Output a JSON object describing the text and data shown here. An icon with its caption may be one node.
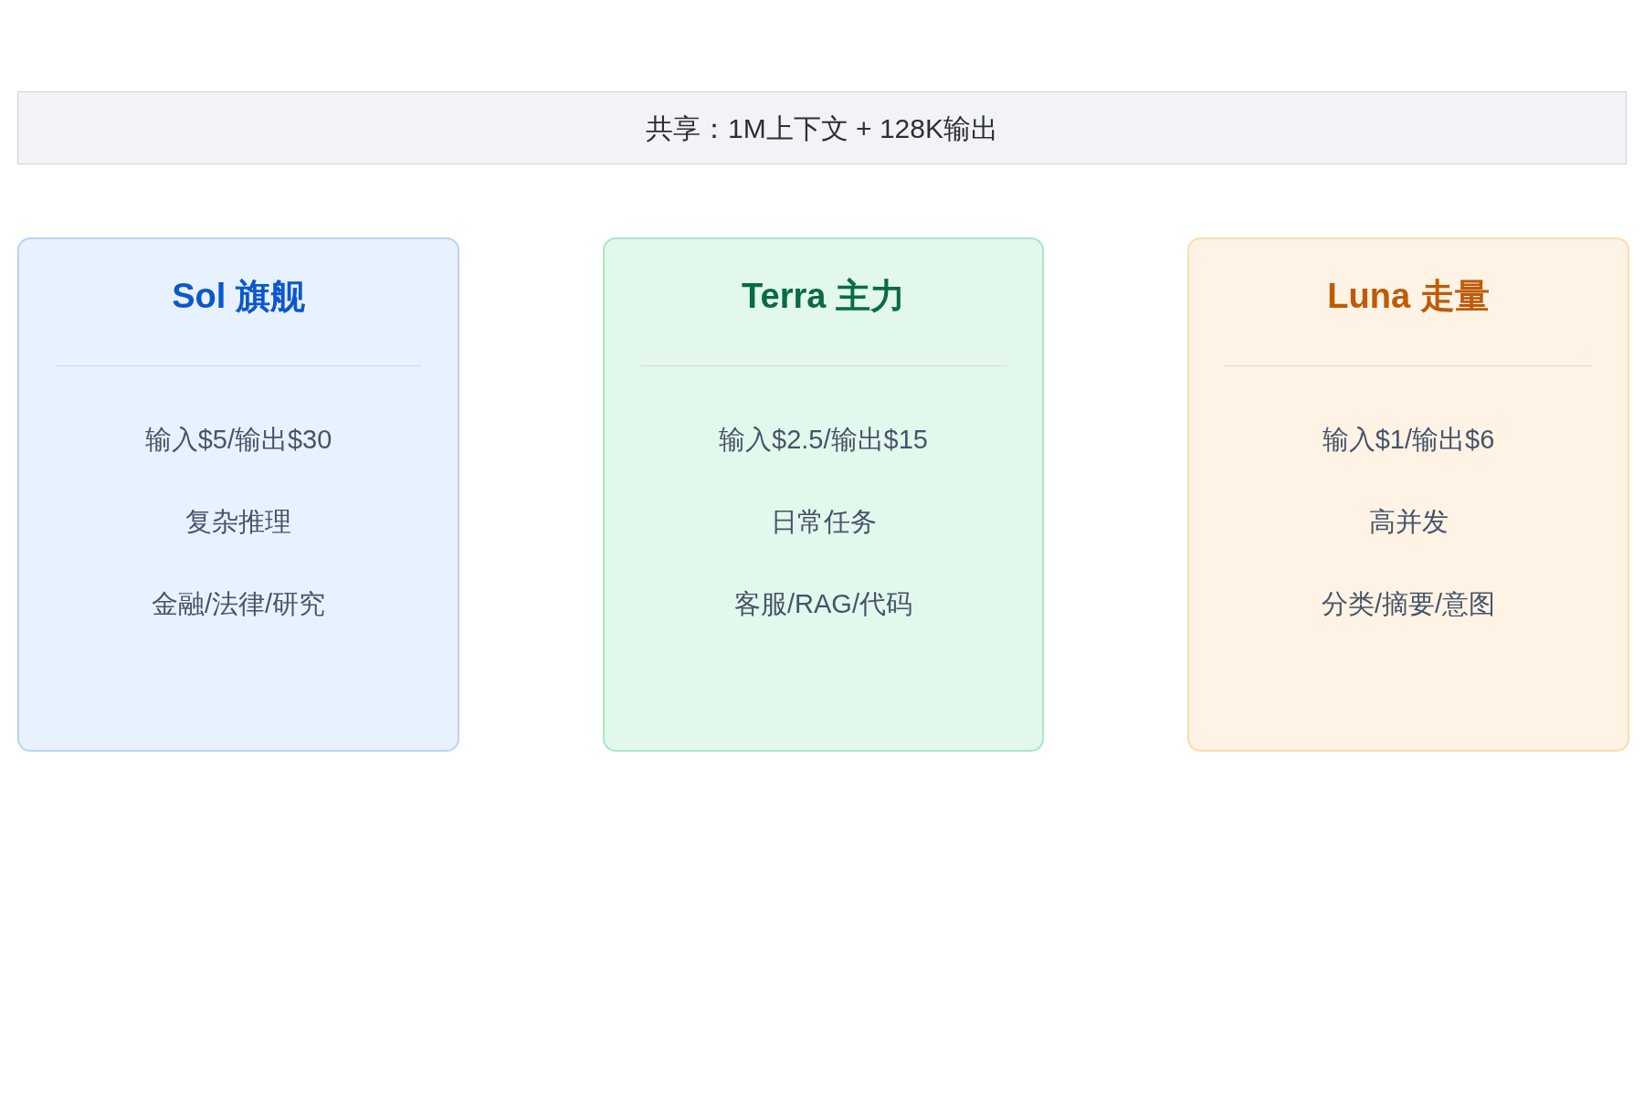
{
  "diagram": {
    "nodes": [
      {
        "text": [
          "共享：1M上下文 + 128K输出"
        ]
      },
      {
        "text": [
          "Sol 旗舰",
          "输入$5/输出$30",
          "复杂推理",
          "金融/法律/研究"
        ]
      },
      {
        "text": [
          "Terra 主力",
          "输入$2.5/输出$15",
          "日常任务",
          "客服/RAG/代码"
        ]
      },
      {
        "text": [
          "Luna 走量",
          "输入$1/输出$6",
          "高并发",
          "分类/摘要/意图"
        ]
      }
    ]
  }
}
